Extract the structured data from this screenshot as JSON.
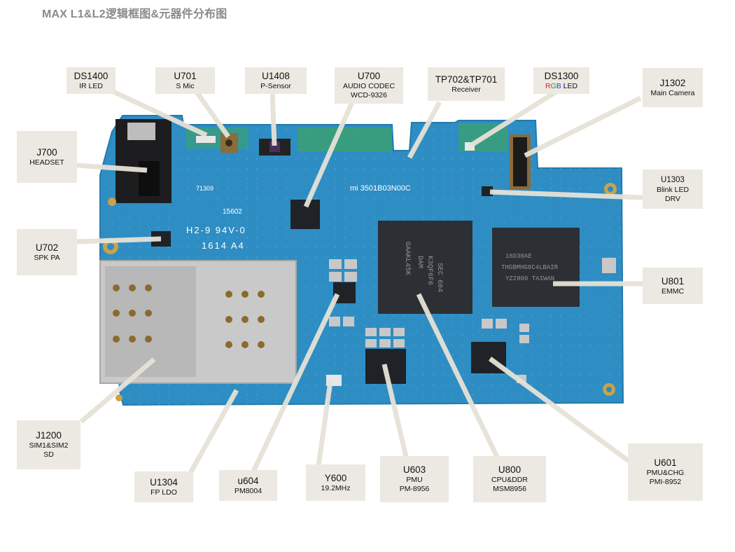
{
  "title": "MAX L1&L2逻辑框图&元器件分布图",
  "board_silk": {
    "l1": "mi 3501B03N00C",
    "l2": "71309",
    "l3": "15602",
    "l4": "H2-9 94V-0",
    "l5": "1614 A4",
    "cpu_text": [
      "SEC 604",
      "K3QF6F6",
      "DAM",
      "GAAKL45K"
    ],
    "emmc_text": [
      "16D30AE",
      "THGBMHG8C4LBAIR",
      "YZ2800 TAIWAN"
    ]
  },
  "labels": {
    "ds1400": {
      "ref": "DS1400",
      "desc": "IR LED"
    },
    "u701": {
      "ref": "U701",
      "desc": "S Mic"
    },
    "u1408": {
      "ref": "U1408",
      "desc": "P-Sensor"
    },
    "u700": {
      "ref": "U700",
      "desc1": "AUDIO CODEC",
      "desc2": "WCD-9326"
    },
    "tp702": {
      "ref": "TP702&TP701",
      "desc": "Receiver"
    },
    "ds1300": {
      "ref": "DS1300",
      "r": "R",
      "g": "G",
      "b": "B",
      "desc": " LED"
    },
    "j1302": {
      "ref": "J1302",
      "desc": "Main Camera"
    },
    "j700": {
      "ref": "J700",
      "desc": "HEADSET"
    },
    "u1303": {
      "ref": "U1303",
      "desc1": "Blink LED",
      "desc2": "DRV"
    },
    "u702": {
      "ref": "U702",
      "desc": "SPK PA"
    },
    "u801": {
      "ref": "U801",
      "desc": "EMMC"
    },
    "j1200": {
      "ref": "J1200",
      "desc1": "SIM1&SIM2",
      "desc2": "SD"
    },
    "u1304": {
      "ref": "U1304",
      "desc": "FP LDO"
    },
    "u604": {
      "ref": "u604",
      "desc": "PM8004"
    },
    "y600": {
      "ref": "Y600",
      "desc": "19.2MHz"
    },
    "u603": {
      "ref": "U603",
      "desc1": "PMU",
      "desc2": "PM-8956"
    },
    "u800": {
      "ref": "U800",
      "desc1": "CPU&DDR",
      "desc2": "MSM8956"
    },
    "u601": {
      "ref": "U601",
      "desc1": "PMU&CHG",
      "desc2": "PMI-8952"
    }
  },
  "colors": {
    "pcb": "#2f8fc4",
    "pcb_dark": "#1f6f9f",
    "label_bg": "#ebe9e1",
    "leader": "#e6e2d6",
    "chip": "#2b2e33",
    "title": "#8a8a8a"
  }
}
